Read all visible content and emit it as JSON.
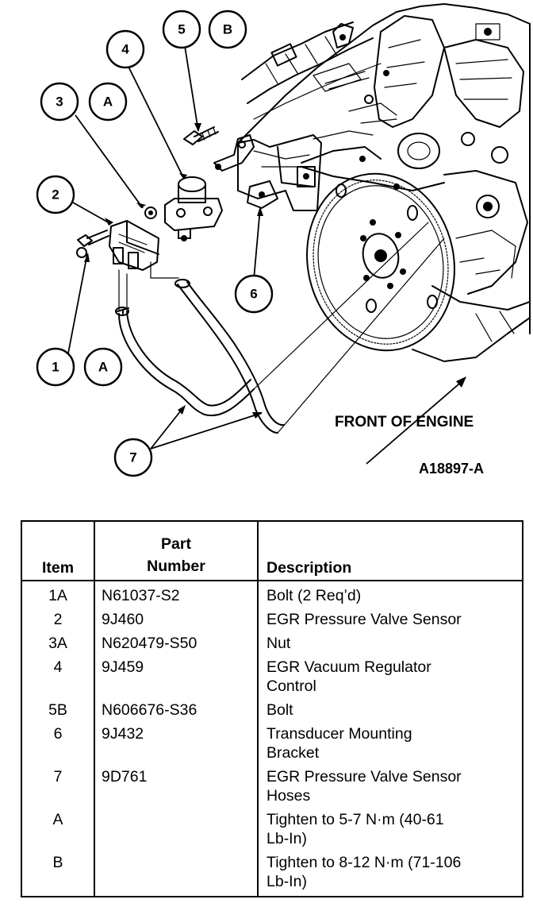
{
  "diagram": {
    "figure_id": "A18897-A",
    "caption": "FRONT OF ENGINE",
    "callouts": [
      {
        "key": "c1",
        "label": "1"
      },
      {
        "key": "c1a",
        "label": "A"
      },
      {
        "key": "c2",
        "label": "2"
      },
      {
        "key": "c3",
        "label": "3"
      },
      {
        "key": "c3a",
        "label": "A"
      },
      {
        "key": "c4",
        "label": "4"
      },
      {
        "key": "c5",
        "label": "5"
      },
      {
        "key": "c5b",
        "label": "B"
      },
      {
        "key": "c6",
        "label": "6"
      },
      {
        "key": "c7",
        "label": "7"
      }
    ]
  },
  "table": {
    "headers": {
      "item": "Item",
      "part_line1": "Part",
      "part_line2": "Number",
      "description": "Description"
    },
    "rows": [
      {
        "item": "1A",
        "part": "N61037-S2",
        "desc": [
          "Bolt (2 Req’d)"
        ]
      },
      {
        "item": "2",
        "part": "9J460",
        "desc": [
          "EGR Pressure Valve Sensor"
        ]
      },
      {
        "item": "3A",
        "part": "N620479-S50",
        "desc": [
          "Nut"
        ]
      },
      {
        "item": "4",
        "part": "9J459",
        "desc": [
          "EGR Vacuum Regulator",
          "Control"
        ]
      },
      {
        "item": "5B",
        "part": "N606676-S36",
        "desc": [
          "Bolt"
        ]
      },
      {
        "item": "6",
        "part": "9J432",
        "desc": [
          "Transducer Mounting",
          "Bracket"
        ]
      },
      {
        "item": "7",
        "part": "9D761",
        "desc": [
          "EGR Pressure Valve Sensor",
          "Hoses"
        ]
      },
      {
        "item": "A",
        "part": "",
        "desc": [
          "Tighten to 5-7 N·m (40-61",
          "Lb-In)"
        ]
      },
      {
        "item": "B",
        "part": "",
        "desc": [
          "Tighten to 8-12 N·m (71-106",
          "Lb-In)"
        ]
      }
    ]
  }
}
